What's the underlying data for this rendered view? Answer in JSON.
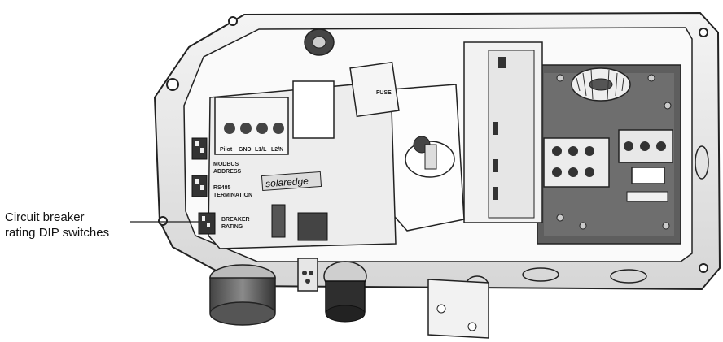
{
  "callout": {
    "line1": "Circuit breaker",
    "line2": "rating DIP switches"
  },
  "device_labels": {
    "brand": "solaredge",
    "fuse": "FUSE",
    "modbus": "MODBUS",
    "address": "ADDRESS",
    "rs485": "RS485",
    "termination": "TERMINATION",
    "breaker": "BREAKER",
    "rating": "RATING",
    "terminal_pilot": "Pilot",
    "terminal_gnd": "GND",
    "terminal_l1": "L1/L",
    "terminal_l2": "L2/N"
  }
}
